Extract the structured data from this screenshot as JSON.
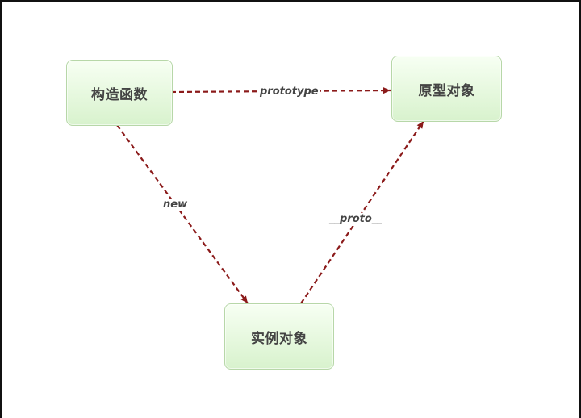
{
  "nodes": {
    "constructor": "构造函数",
    "prototype": "原型对象",
    "instance": "实例对象"
  },
  "edges": {
    "constructor_to_prototype": "prototype",
    "constructor_to_instance": "new",
    "instance_to_prototype": "__proto__"
  },
  "colors": {
    "edge": "#8b1a1a",
    "node_border": "#b7d7a8",
    "node_fill": "#e6f8de",
    "text": "#444444"
  }
}
